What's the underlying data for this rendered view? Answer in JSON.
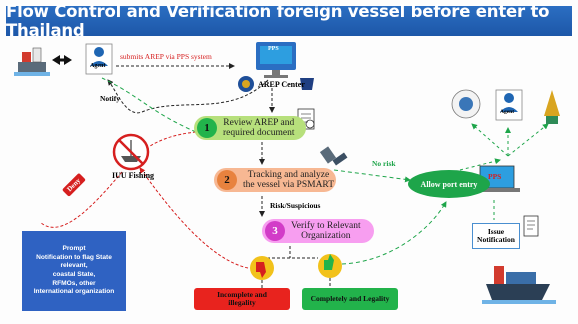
{
  "title": "Flow Control and Verification foreign vessel before enter to Thailand",
  "labels": {
    "agent": "Agent",
    "notify": "Notify",
    "submit": "submits AREP via PPS system",
    "pps_screen": "PPS",
    "arep_center": "AREP Center",
    "iuu": "IUU Fishing",
    "deny": "Deny",
    "no_risk": "No risk",
    "risk": "Risk/Suspicious",
    "allow": "Allow port entry",
    "issue_line1": "Issue",
    "issue_line2": "Notification",
    "agent_right": "Agent",
    "pps_right": "PPS"
  },
  "steps": [
    {
      "num": "1",
      "label_line1": "Review AREP and",
      "label_line2": "required document"
    },
    {
      "num": "2",
      "label_line1": "Tracking and analyze",
      "label_line2": "the vessel via PSMART"
    },
    {
      "num": "3",
      "label_line1": "Verify to Relevant",
      "label_line2": "Organization"
    }
  ],
  "results": {
    "bad_line1": "Incomplete and",
    "bad_line2": "illegality",
    "good": "Completely and Legality"
  },
  "prompt": [
    "Prompt",
    "Notification to flag State",
    "relevant,",
    "coastal State,",
    "RFMOs, other",
    "International organization"
  ],
  "colors": {
    "banner": "#1d57a8",
    "step1": "#b7e07c",
    "step2": "#f7b893",
    "step3": "#f79ef0",
    "allow": "#1ea54a",
    "bad": "#e8231e",
    "good": "#22b34b",
    "prompt": "#2f62c2"
  }
}
